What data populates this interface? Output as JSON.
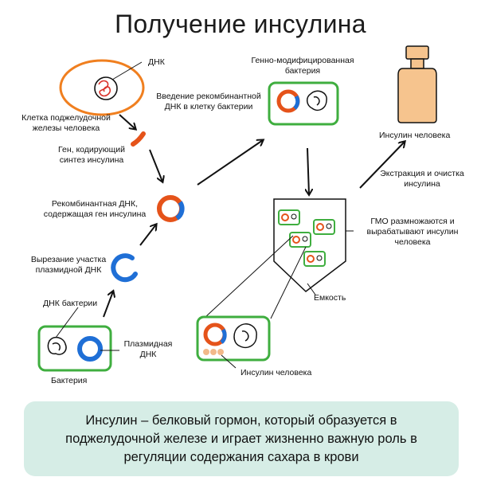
{
  "title": "Получение инсулина",
  "labels": {
    "dna": "ДНК",
    "human_pancreas_cell": "Клетка поджелудочной\nжелезы человека",
    "insulin_gene": "Ген, кодирующий\nсинтез инсулина",
    "recombinant_dna": "Рекомбинантная ДНК,\nсодержащая ген инсулина",
    "plasmid_cut": "Вырезание участка\nплазмидной ДНК",
    "bacterial_dna": "ДНК бактерии",
    "plasmid_dna": "Плазмидная\nДНК",
    "bacterium": "Бактерия",
    "gmo_bacterium": "Генно-модифицированная\nбактерия",
    "dna_insertion": "Введение рекомбинантной\nДНК в клетку бактерии",
    "human_insulin_top": "Инсулин человека",
    "extraction": "Экстракция и очистка\nинсулина",
    "gmo_multiply": "ГМО размножаются и\nвырабатывают инсулин\nчеловека",
    "vessel": "Емкость",
    "human_insulin_bottom": "Инсулин человека"
  },
  "note": "Инсулин – белковый гормон, который образуется в поджелудочной железе и играет жизненно важную роль в регуляции содержания сахара в крови",
  "colors": {
    "cell_outline_orange": "#f07f1f",
    "bacterium_outline_green": "#3fae3f",
    "dna_orange": "#e5531a",
    "plasmid_blue": "#1f6fd6",
    "bottle_fill": "#f6c48e",
    "note_bg": "#d6ede6",
    "insulin_dots": "#f2b98a"
  },
  "icons": [
    "human-cell",
    "dna-tangle-icon",
    "gene-fragment-icon",
    "plasmid-ring-icon",
    "recombinant-ring-icon",
    "cut-plasmid-icon",
    "bacterium-icon",
    "gmo-bacterium-icon",
    "vessel-icon",
    "insulin-bottle-icon",
    "arrow-icon"
  ]
}
